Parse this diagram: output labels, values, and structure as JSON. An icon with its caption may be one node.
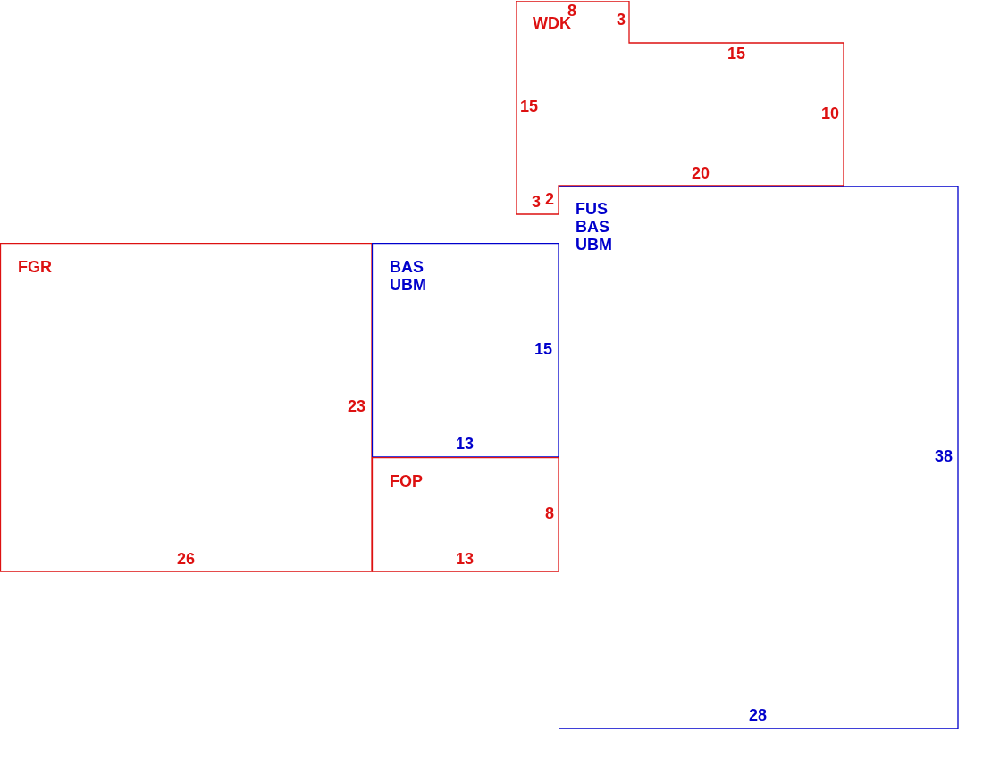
{
  "diagram": {
    "nodes": [
      {
        "text": [
          "WDK"
        ]
      },
      {
        "text": [
          "FUS",
          "BAS",
          "UBM"
        ]
      },
      {
        "text": [
          "FGR"
        ]
      },
      {
        "text": [
          "BAS",
          "UBM"
        ]
      },
      {
        "text": [
          "FOP"
        ]
      }
    ],
    "labels": [
      "8",
      "3",
      "15",
      "15",
      "10",
      "20",
      "3",
      "2",
      "15",
      "23",
      "13",
      "38",
      "8",
      "26",
      "13",
      "28"
    ]
  }
}
